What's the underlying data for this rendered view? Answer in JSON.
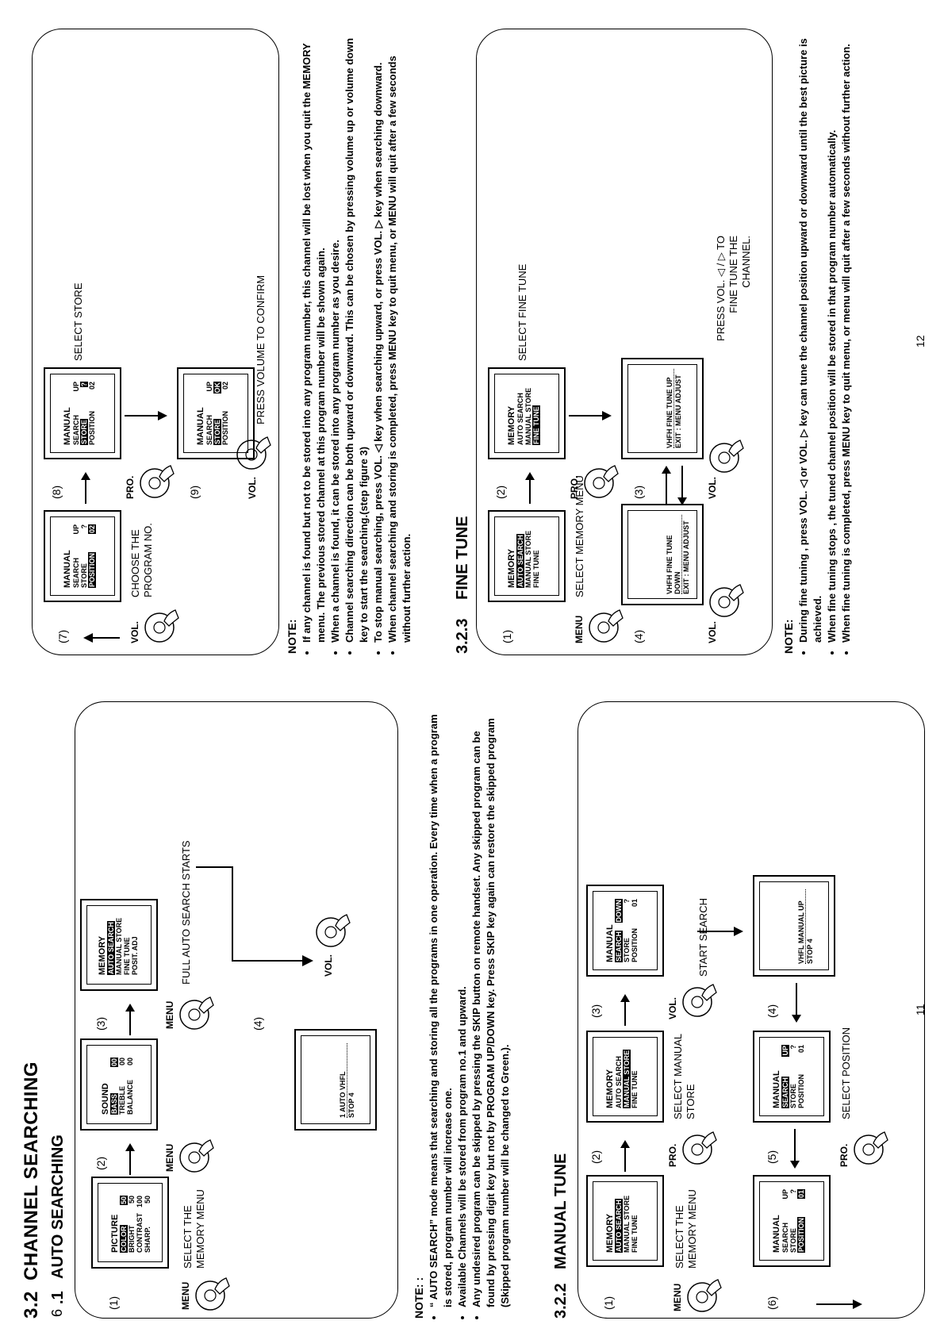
{
  "left_page": {
    "section_number": "3.2",
    "section_title": "CHANNEL SEARCHING",
    "page_marker": "6",
    "sub1_number": ".1",
    "sub1_title": "AUTO SEARCHING",
    "auto": {
      "steps": [
        {
          "no": "(1)",
          "menu_title": "PICTURE",
          "rows": [
            [
              "COLOR",
              "50"
            ],
            [
              "BRIGHT",
              "50"
            ],
            [
              "CONTRAST",
              "100"
            ],
            [
              "SHARP.",
              "50"
            ]
          ],
          "key": "MENU",
          "caption": "SELECT THE MEMORY MENU"
        },
        {
          "no": "(2)",
          "menu_title": "SOUND",
          "rows": [
            [
              "BASS",
              "00"
            ],
            [
              "TREBLE",
              "00"
            ],
            [
              "BALANCE",
              "00"
            ]
          ],
          "key": "MENU"
        },
        {
          "no": "(3)",
          "menu_title": "MEMORY",
          "rows": [
            [
              "AUTO SEARCH",
              ""
            ],
            [
              "MANUAL STORE",
              ""
            ],
            [
              "FINE TUNE",
              ""
            ],
            [
              "POSIT. ADJ",
              ""
            ]
          ],
          "key": "MENU",
          "caption": "FULL AUTO SEARCH STARTS"
        },
        {
          "no": "(4)",
          "line1": "1   AUTO   VHFL",
          "line2": "STOP 4",
          "key": "VOL."
        }
      ]
    },
    "note_heading": "NOTE: :",
    "notes": [
      "“ AUTO SEARCH” mode means that searching and storing all the programs in one operation. Every time when a program is stored, program number will increase one.",
      "Available Channels will be stored from program no.1 and upward.",
      "Any undesired program can be skipped by pressing the SKIP button on remote handset. Any skipped program can be found by pressing digit key but not by PROGRAM UP/DOWN key. Press SKIP key again can restore the skipped program (Skipped program number will be changed to Green.)."
    ],
    "sub2_number": "3.2.2",
    "sub2_title": "MANUAL TUNE",
    "manual": {
      "steps": [
        {
          "no": "(1)",
          "menu_title": "MEMORY",
          "rows": [
            "AUTO SEARCH",
            "MANUAL STORE",
            "FINE TUNE"
          ],
          "key": "MENU",
          "caption": "SELECT THE MEMORY MENU"
        },
        {
          "no": "(2)",
          "menu_title": "MEMORY",
          "rows": [
            "AUTO SEARCH",
            "MANUAL STORE",
            "FINE TUNE"
          ],
          "key": "PRO.",
          "caption": "SELECT MANUAL STORE"
        },
        {
          "no": "(3)",
          "menu_title": "MANUAL",
          "rows": [
            [
              "SEARCH",
              "DOWN"
            ],
            [
              "STORE",
              "?"
            ],
            [
              "POSITION",
              "01"
            ]
          ],
          "key": "VOL.",
          "caption": "START SEARCH"
        },
        {
          "no": "(4)",
          "line1": "VHFL   MANUAL   UP",
          "line2": "STOP 4"
        },
        {
          "no": "(5)",
          "menu_title": "MANUAL",
          "rows": [
            [
              "SEARCH",
              "UP"
            ],
            [
              "STORE",
              "?"
            ],
            [
              "POSITION",
              "01"
            ]
          ],
          "key": "PRO.",
          "caption": "SELECT POSITION"
        },
        {
          "no": "(6)",
          "menu_title": "MANUAL",
          "rows": [
            [
              "SEARCH",
              "UP"
            ],
            [
              "STORE",
              "?"
            ],
            [
              "POSITION",
              "01"
            ]
          ]
        }
      ]
    },
    "page_number": "11"
  },
  "right_page": {
    "top_box": {
      "steps": [
        {
          "no": "(7)",
          "menu_title": "MANUAL",
          "rows": [
            [
              "SEARCH",
              "UP"
            ],
            [
              "STORE",
              "?"
            ],
            [
              "POSITION",
              "02"
            ]
          ],
          "key": "VOL.",
          "caption": "CHOOSE THE PROGRAM NO."
        },
        {
          "no": "(8)",
          "menu_title": "MANUAL",
          "rows": [
            [
              "SEARCH",
              "UP"
            ],
            [
              "STORE",
              "?"
            ],
            [
              "POSITION",
              "02"
            ]
          ],
          "key": "PRO.",
          "caption": "SELECT STORE"
        },
        {
          "no": "(9)",
          "menu_title": "MANUAL",
          "rows": [
            [
              "SEARCH",
              "UP"
            ],
            [
              "STORE",
              "OK"
            ],
            [
              "POSITION",
              "02"
            ]
          ],
          "key": "VOL.",
          "caption": "PRESS VOLUME TO CONFIRM"
        }
      ]
    },
    "note1_heading": "NOTE:",
    "notes1": [
      "If any channel is found but not to be stored into any program number, this channel will be lost when you quit the MEMORY menu. The previous stored channel at this program number will be shown again.",
      "When a channel is found, it can be stored into any program number as you desire.",
      "Channel searching direction can be both upward or downward. This can be chosen by pressing volume up or volume down key to start the searching.(step figure 3)",
      "To stop manual searching, press VOL. ◁ key when searching upward, or press VOL. ▷ key when searching downward.",
      "When channel searching and storing is completed, press MENU key to quit menu, or MENU will quit after a few seconds without further action."
    ],
    "sub3_number": "3.2.3",
    "sub3_title": "FINE TUNE",
    "fine": {
      "steps": [
        {
          "no": "(1)",
          "menu_title": "MEMORY",
          "rows": [
            "AUTO SEARCH",
            "MANUAL STORE",
            "FINE TUNE"
          ],
          "key": "MENU",
          "caption": "SELECT MEMORY MENU"
        },
        {
          "no": "(2)",
          "menu_title": "MEMORY",
          "rows": [
            "AUTO SEARCH",
            "MANUAL STORE",
            "FINE TUNE"
          ],
          "key": "PRO.",
          "caption": "SELECT FINE TUNE"
        },
        {
          "no": "(3)",
          "line1": "VHFH   FINE TUNE   UP",
          "line2": "EXIT : MENU ADJUST",
          "key": "VOL."
        },
        {
          "no": "(4)",
          "line1": "VHFH   FINE TUNE   DOWN",
          "line2": "EXIT : MENU ADJUST",
          "key": "VOL."
        }
      ],
      "press_caption": "PRESS VOL. ◁ / ▷ TO FINE TUNE THE CHANNEL."
    },
    "note2_heading": "NOTE:",
    "notes2": [
      "During fine tuning , press VOL. ◁ or VOL. ▷ key can tune the channel position upward or downward until the best picture is achieved.",
      "When fine tuning stops , the tuned channel position will be stored in that program number automatically.",
      "When fine tuning is completed, press MENU key to quit menu, or menu will quit after a few seconds without further action."
    ],
    "page_number": "12"
  }
}
